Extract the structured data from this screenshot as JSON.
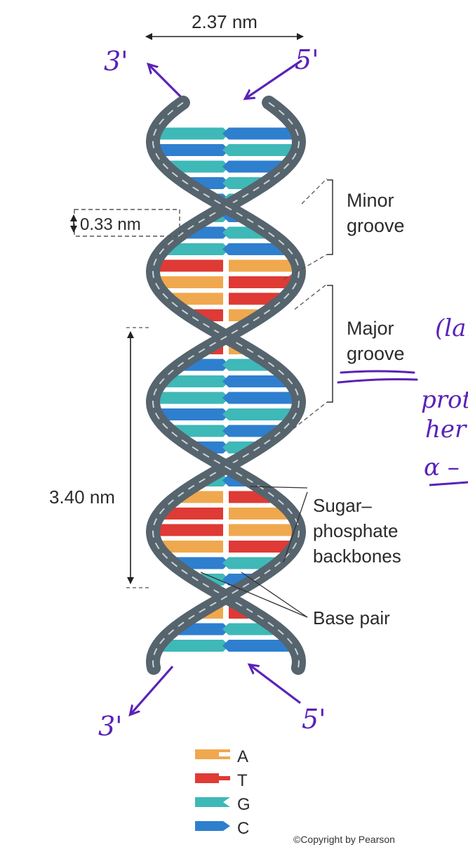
{
  "dimensions": {
    "width": "2.37 nm",
    "rise": "0.33 nm",
    "pitch": "3.40 nm"
  },
  "labels": {
    "minor_groove": [
      "Minor",
      "groove"
    ],
    "major_groove": [
      "Major",
      "groove"
    ],
    "backbones": [
      "Sugar–",
      "phosphate",
      "backbones"
    ],
    "base_pair": "Base pair"
  },
  "annotations": {
    "top_left_end": "3'",
    "top_right_end": "5'",
    "bottom_left_end": "3'",
    "bottom_right_end": "5'",
    "margin_notes": [
      "(lar",
      "prote",
      "her",
      "α –"
    ]
  },
  "legend": [
    {
      "letter": "A",
      "color": "#f0a84e"
    },
    {
      "letter": "T",
      "color": "#df3a35"
    },
    {
      "letter": "G",
      "color": "#3fb8b8"
    },
    {
      "letter": "C",
      "color": "#2f7fcf"
    }
  ],
  "copyright": "©Copyright by Pearson",
  "colors": {
    "backbone": "#56646e",
    "handwriting": "#5a22b8"
  }
}
